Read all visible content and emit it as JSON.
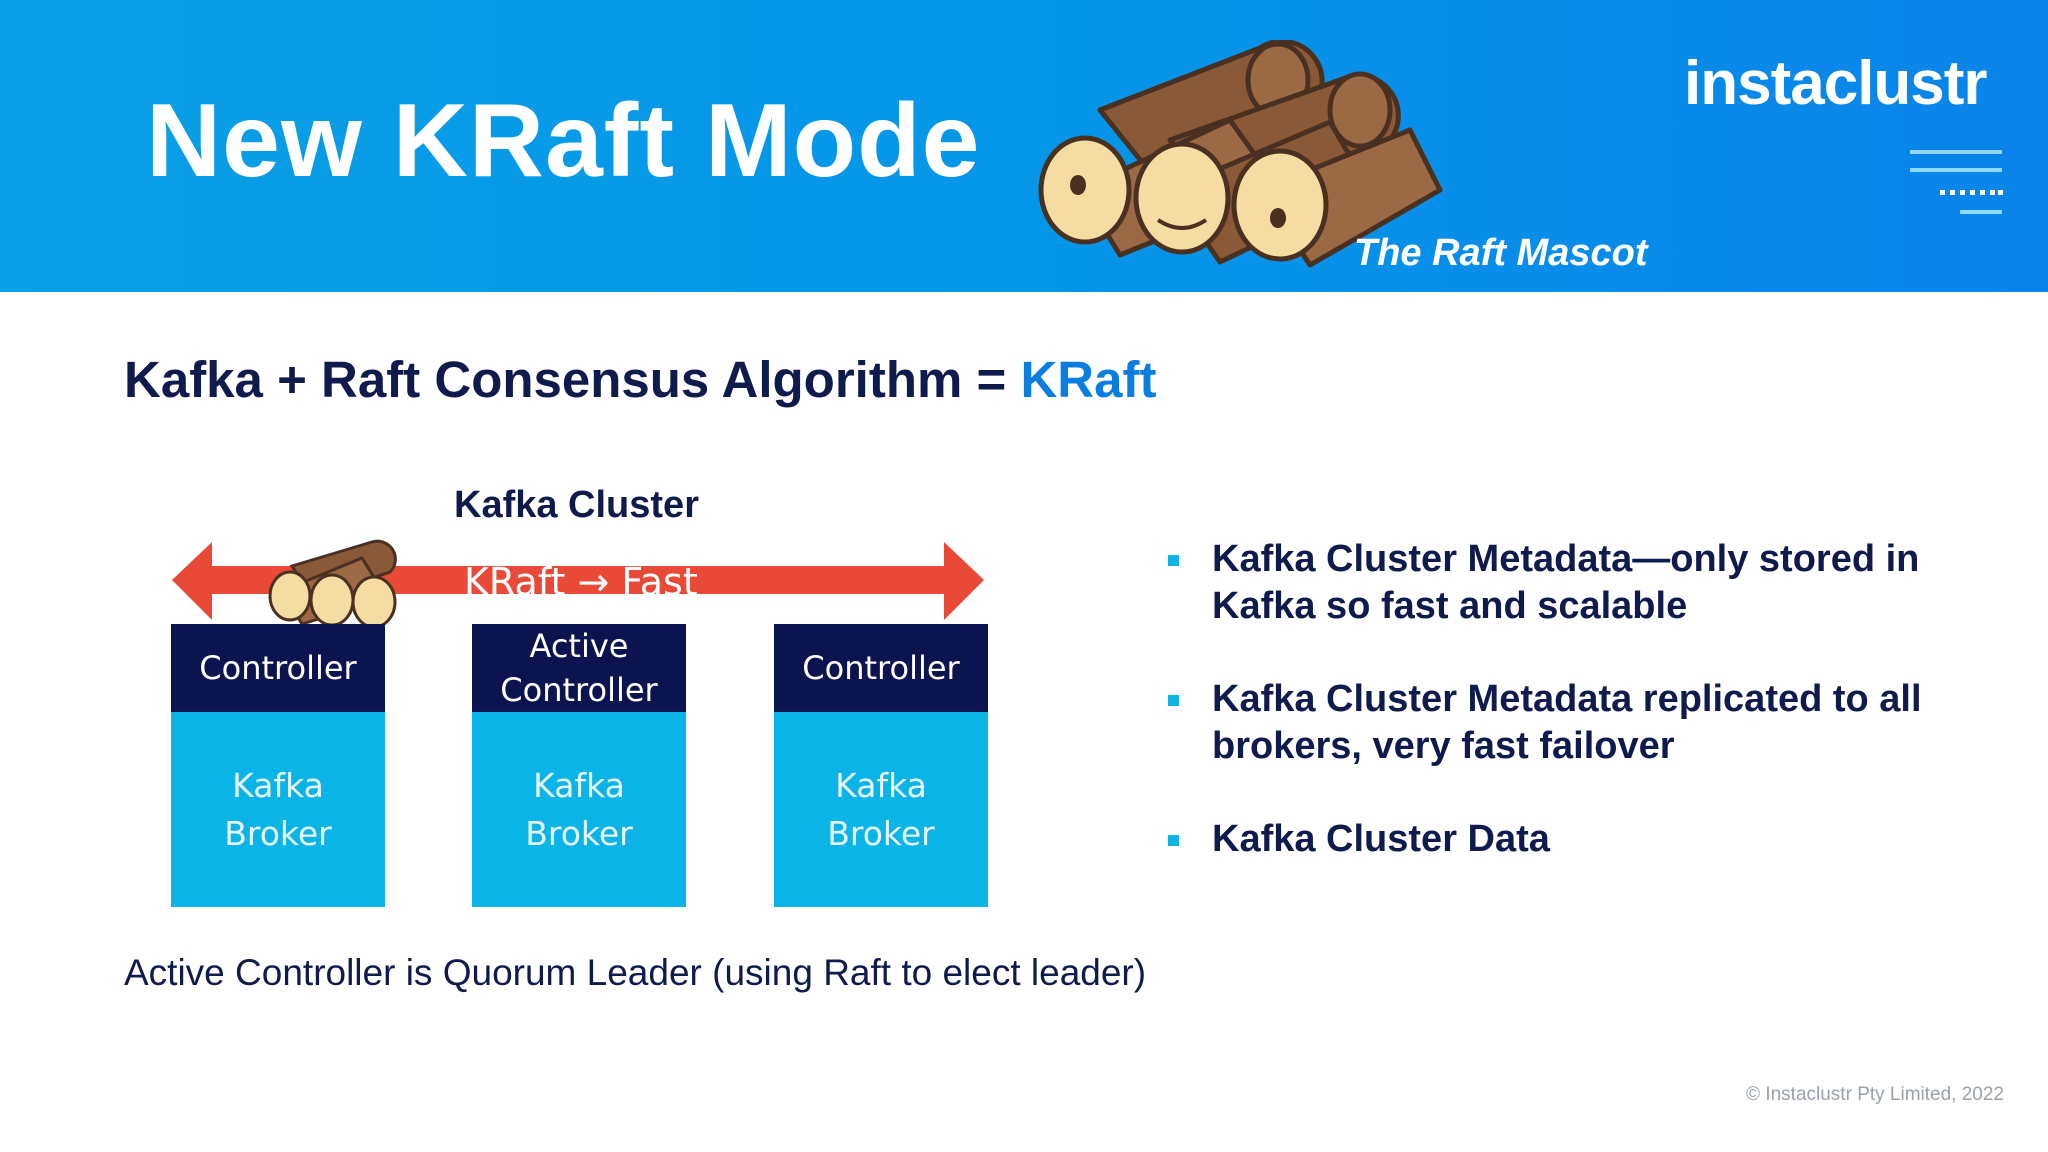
{
  "header": {
    "title": "New KRaft Mode",
    "mascot_caption": "The Raft Mascot",
    "logo_text": "instaclustr",
    "icons": [
      "raft-mascot-logs",
      "logo-lines"
    ]
  },
  "subtitle": {
    "prefix": "Kafka + Raft Consensus Algorithm = ",
    "accent": "KRaft"
  },
  "diagram": {
    "cluster_label": "Kafka Cluster",
    "arrow_label": "KRaft → Fast",
    "nodes": [
      {
        "controller": [
          "Controller"
        ],
        "broker": [
          "Kafka",
          "Broker"
        ]
      },
      {
        "controller": [
          "Active",
          "Controller"
        ],
        "broker": [
          "Kafka",
          "Broker"
        ]
      },
      {
        "controller": [
          "Controller"
        ],
        "broker": [
          "Kafka",
          "Broker"
        ]
      }
    ]
  },
  "bullets": [
    {
      "lines": [
        "Kafka Cluster Metadata—only stored in",
        "Kafka so fast and scalable"
      ]
    },
    {
      "lines": [
        "Kafka Cluster Metadata replicated to all",
        "brokers, very fast failover"
      ]
    },
    {
      "lines": [
        "Kafka Cluster Data"
      ]
    }
  ],
  "footer_note": "Active Controller is Quorum Leader (using Raft to elect leader)",
  "copyright": "© Instaclustr Pty Limited, 2022",
  "colors": {
    "banner": "#0596e8",
    "navy": "#0f1b4d",
    "controller": "#0c1450",
    "broker": "#0ab4e6",
    "arrow": "#e84a37",
    "accent": "#0a7ee0"
  }
}
